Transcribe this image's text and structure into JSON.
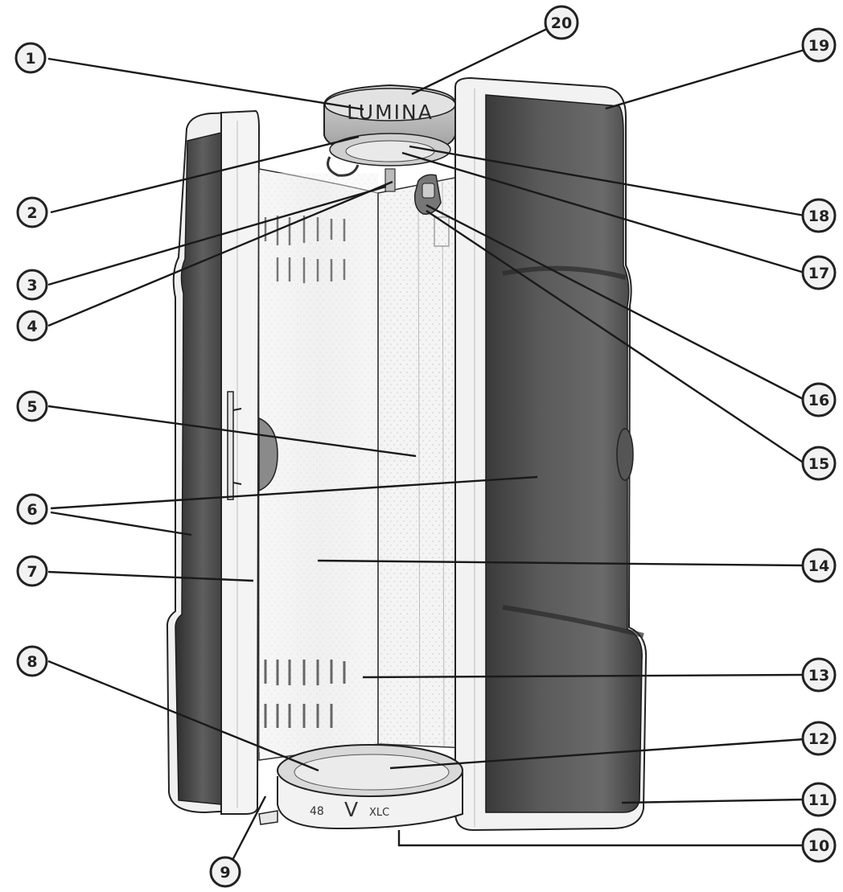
{
  "diagram": {
    "brand_text": "LUMINA",
    "model_text_a": "48",
    "model_text_b": "V",
    "model_text_c": "XLC",
    "callouts": [
      "1",
      "2",
      "3",
      "4",
      "5",
      "6",
      "7",
      "8",
      "9",
      "10",
      "11",
      "12",
      "13",
      "14",
      "15",
      "16",
      "17",
      "18",
      "19",
      "20"
    ]
  }
}
